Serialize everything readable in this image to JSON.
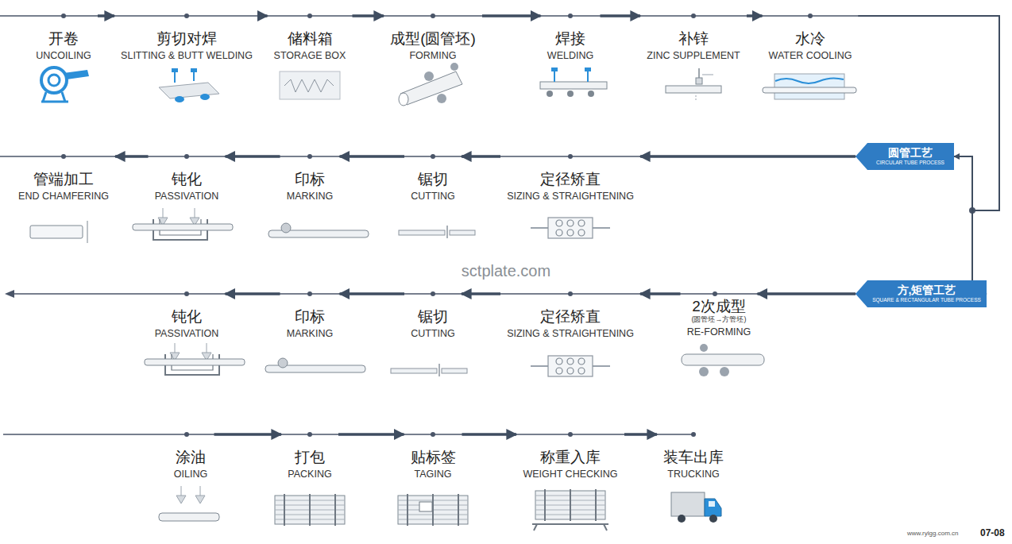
{
  "diagram": {
    "nodes": [
      {
        "text": [
          "开卷",
          "UNCOILING"
        ]
      },
      {
        "text": [
          "剪切对焊",
          "SLITTING & BUTT WELDING"
        ]
      },
      {
        "text": [
          "储料箱",
          "STORAGE BOX"
        ]
      },
      {
        "text": [
          "成型(圆管坯)",
          "FORMING"
        ]
      },
      {
        "text": [
          "焊接",
          "WELDING"
        ]
      },
      {
        "text": [
          "补锌",
          "ZINC SUPPLEMENT"
        ]
      },
      {
        "text": [
          "水冷",
          "WATER COOLING"
        ]
      },
      {
        "text": [
          "圆管工艺",
          "CIRCULAR TUBE PROCESS"
        ]
      },
      {
        "text": [
          "定径矫直",
          "SIZING & STRAIGHTENING"
        ]
      },
      {
        "text": [
          "锯切",
          "CUTTING"
        ]
      },
      {
        "text": [
          "印标",
          "MARKING"
        ]
      },
      {
        "text": [
          "钝化",
          "PASSIVATION"
        ]
      },
      {
        "text": [
          "管端加工",
          "END CHAMFERING"
        ]
      },
      {
        "text": [
          "方,矩管工艺",
          "SQUARE & RECTANGULAR TUBE PROCESS"
        ]
      },
      {
        "text": [
          "2次成型",
          "(圆管坯→方管坯)",
          "RE-FORMING"
        ]
      },
      {
        "text": [
          "定径矫直",
          "SIZING & STRAIGHTENING"
        ]
      },
      {
        "text": [
          "锯切",
          "CUTTING"
        ]
      },
      {
        "text": [
          "印标",
          "MARKING"
        ]
      },
      {
        "text": [
          "钝化",
          "PASSIVATION"
        ]
      },
      {
        "text": [
          "涂油",
          "OILING"
        ]
      },
      {
        "text": [
          "打包",
          "PACKING"
        ]
      },
      {
        "text": [
          "贴标签",
          "TAGING"
        ]
      },
      {
        "text": [
          "称重入库",
          "WEIGHT CHECKING"
        ]
      },
      {
        "text": [
          "装车出库",
          "TRUCKING"
        ]
      }
    ],
    "edges": [
      {
        "from": 0,
        "to": 1,
        "arrow": "to"
      },
      {
        "from": 1,
        "to": 2,
        "arrow": "to"
      },
      {
        "from": 2,
        "to": 3,
        "arrow": "to"
      },
      {
        "from": 3,
        "to": 4,
        "arrow": "to"
      },
      {
        "from": 4,
        "to": 5,
        "arrow": "to"
      },
      {
        "from": 5,
        "to": 6,
        "arrow": "to"
      },
      {
        "from": 6,
        "to": 7,
        "arrow": "to"
      },
      {
        "from": 6,
        "to": 13,
        "arrow": "to"
      },
      {
        "from": 7,
        "to": 8,
        "arrow": "to"
      },
      {
        "from": 8,
        "to": 9,
        "arrow": "to"
      },
      {
        "from": 9,
        "to": 10,
        "arrow": "to"
      },
      {
        "from": 10,
        "to": 11,
        "arrow": "to"
      },
      {
        "from": 11,
        "to": 12,
        "arrow": "to"
      },
      {
        "from": 13,
        "to": 14,
        "arrow": "to"
      },
      {
        "from": 14,
        "to": 15,
        "arrow": "to"
      },
      {
        "from": 15,
        "to": 16,
        "arrow": "to"
      },
      {
        "from": 16,
        "to": 17,
        "arrow": "to"
      },
      {
        "from": 17,
        "to": 18,
        "arrow": "to"
      },
      {
        "from": 19,
        "to": 20,
        "arrow": "to"
      },
      {
        "from": 20,
        "to": 21,
        "arrow": "to"
      },
      {
        "from": 21,
        "to": 22,
        "arrow": "to"
      },
      {
        "from": 22,
        "to": 23,
        "arrow": "to"
      }
    ],
    "labels": [
      "sctplate.com",
      "www.rylgg.com.cn",
      "07-08"
    ]
  }
}
